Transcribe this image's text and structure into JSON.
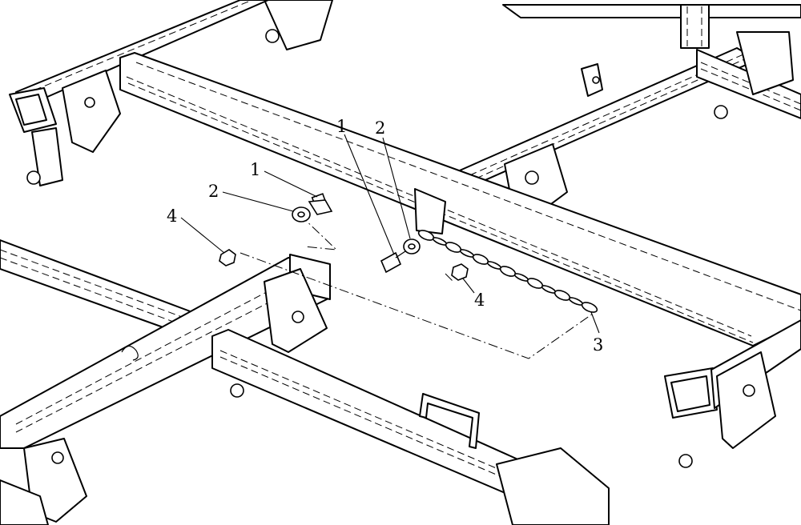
{
  "diagram": {
    "callouts": [
      {
        "id": "c1a",
        "label": "1"
      },
      {
        "id": "c2a",
        "label": "2"
      },
      {
        "id": "c4a",
        "label": "4"
      },
      {
        "id": "c1b",
        "label": "1"
      },
      {
        "id": "c2b",
        "label": "2"
      },
      {
        "id": "c4b",
        "label": "4"
      },
      {
        "id": "c3",
        "label": "3"
      }
    ]
  },
  "colors": {
    "line": "#000000",
    "background": "#ffffff"
  }
}
